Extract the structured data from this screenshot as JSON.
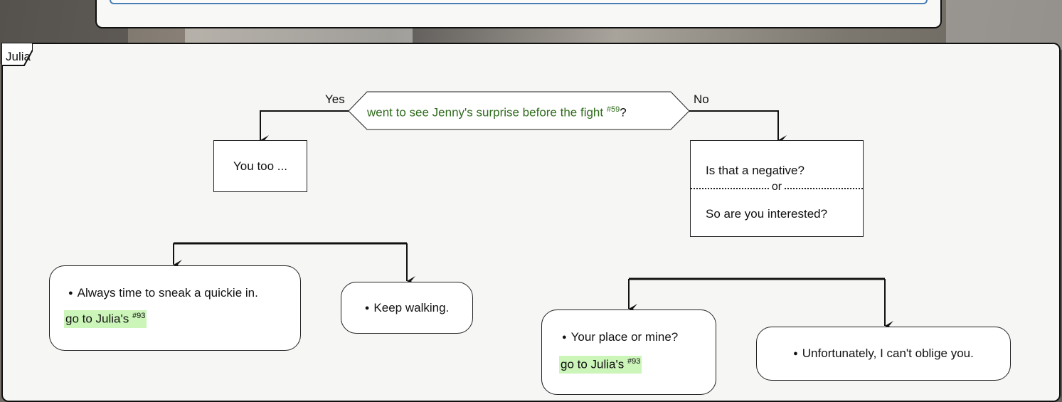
{
  "swimlane": {
    "label": "Julia"
  },
  "decision": {
    "condition": "went to see Jenny's surprise before the fight",
    "ref": "#59",
    "question_mark": "?",
    "yes_label": "Yes",
    "no_label": "No"
  },
  "yes_branch": {
    "statement": "You too ...",
    "options": [
      {
        "text": "Always time to sneak a quickie in.",
        "goto": "go to Julia's",
        "goto_ref": "#93"
      },
      {
        "text": "Keep walking."
      }
    ]
  },
  "no_branch": {
    "statement_a": "Is that a negative?",
    "separator": "or",
    "statement_b": "So are you interested?",
    "options": [
      {
        "text": "Your place or mine?",
        "goto": "go to Julia's",
        "goto_ref": "#93"
      },
      {
        "text": "Unfortunately, I can't oblige you."
      }
    ]
  },
  "colors": {
    "condition_text": "#2f6b1c",
    "goto_highlight": "#cbf5b9",
    "accent_border": "#4a7fb5"
  }
}
